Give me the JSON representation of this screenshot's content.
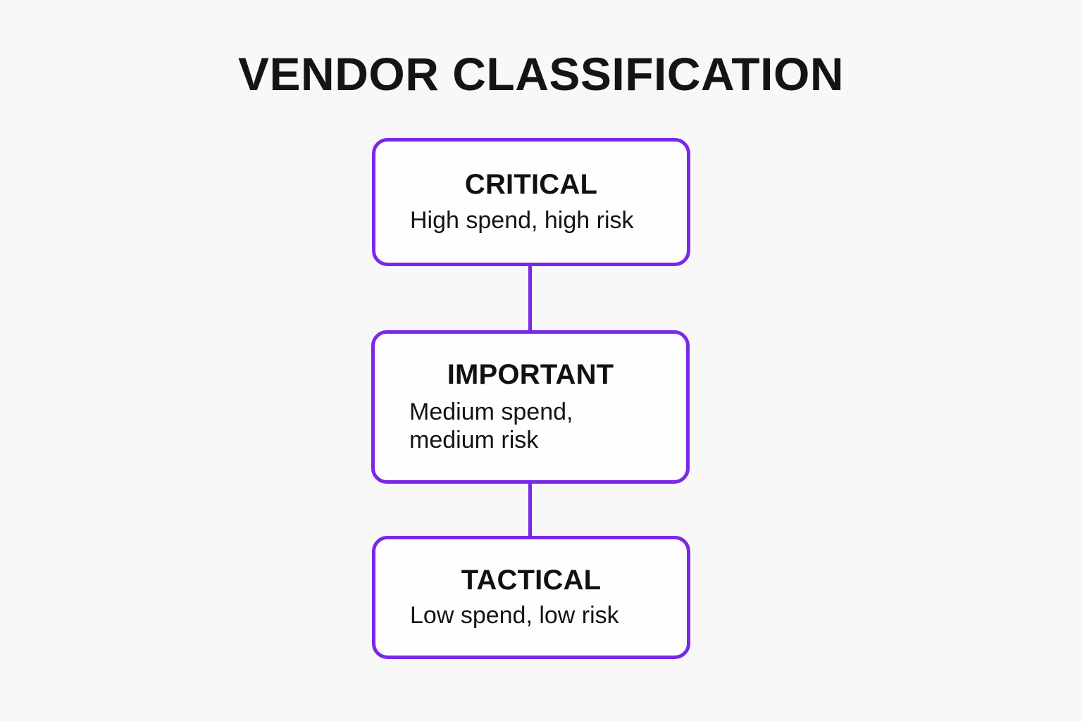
{
  "page": {
    "title": "VENDOR CLASSIFICATION",
    "background_color": "#f8f8f9",
    "accent_color": "#7a28e8",
    "title_color": "#141414"
  },
  "diagram": {
    "type": "vertical-flow",
    "nodes": [
      {
        "id": "critical",
        "title": "CRITICAL",
        "description": "High spend, high risk"
      },
      {
        "id": "important",
        "title": "IMPORTANT",
        "description": "Medium spend, medium risk"
      },
      {
        "id": "tactical",
        "title": "TACTICAL",
        "description": "Low spend, low risk"
      }
    ],
    "connectors": [
      {
        "from": "critical",
        "to": "important"
      },
      {
        "from": "important",
        "to": "tactical"
      }
    ]
  }
}
